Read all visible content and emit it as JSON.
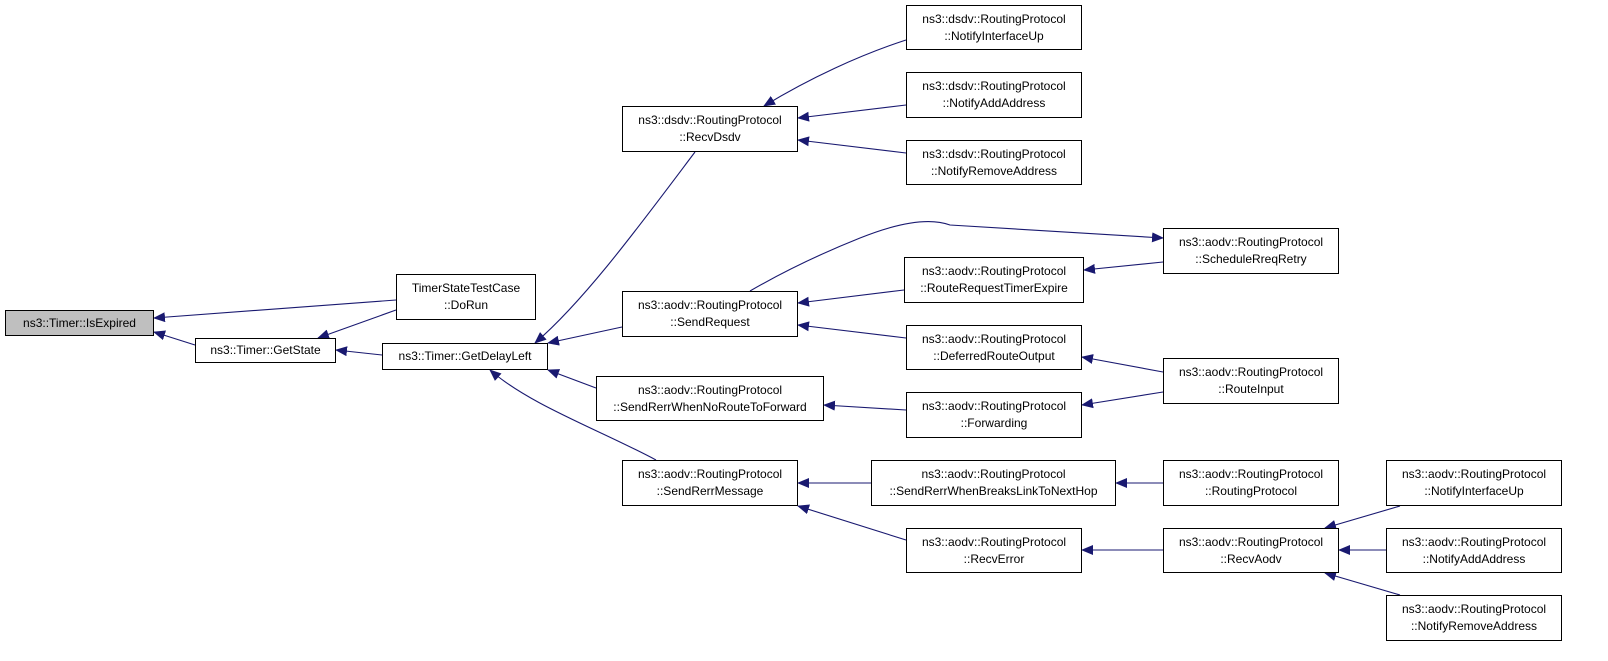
{
  "colors": {
    "edge": "#191970",
    "focus_fill": "#bfbfbf",
    "node_border": "#000000"
  },
  "nodes": [
    {
      "id": "isexpired",
      "line1": "ns3::Timer::IsExpired",
      "line2": ""
    },
    {
      "id": "getstate",
      "line1": "ns3::Timer::GetState",
      "line2": ""
    },
    {
      "id": "timerstatetestcase",
      "line1": "TimerStateTestCase",
      "line2": "::DoRun"
    },
    {
      "id": "getdelayleft",
      "line1": "ns3::Timer::GetDelayLeft",
      "line2": ""
    },
    {
      "id": "dsdv_recvdsdv",
      "line1": "ns3::dsdv::RoutingProtocol",
      "line2": "::RecvDsdv"
    },
    {
      "id": "aodv_sendrequest",
      "line1": "ns3::aodv::RoutingProtocol",
      "line2": "::SendRequest"
    },
    {
      "id": "aodv_sendrerrwhennoroute",
      "line1": "ns3::aodv::RoutingProtocol",
      "line2": "::SendRerrWhenNoRouteToForward"
    },
    {
      "id": "aodv_sendrerrmessage",
      "line1": "ns3::aodv::RoutingProtocol",
      "line2": "::SendRerrMessage"
    },
    {
      "id": "dsdv_notifyinterfaceup",
      "line1": "ns3::dsdv::RoutingProtocol",
      "line2": "::NotifyInterfaceUp"
    },
    {
      "id": "dsdv_notifyaddaddress",
      "line1": "ns3::dsdv::RoutingProtocol",
      "line2": "::NotifyAddAddress"
    },
    {
      "id": "dsdv_notifyremoveaddress",
      "line1": "ns3::dsdv::RoutingProtocol",
      "line2": "::NotifyRemoveAddress"
    },
    {
      "id": "aodv_routerequesttimerexpire",
      "line1": "ns3::aodv::RoutingProtocol",
      "line2": "::RouteRequestTimerExpire"
    },
    {
      "id": "aodv_deferredrouteoutput",
      "line1": "ns3::aodv::RoutingProtocol",
      "line2": "::DeferredRouteOutput"
    },
    {
      "id": "aodv_forwarding",
      "line1": "ns3::aodv::RoutingProtocol",
      "line2": "::Forwarding"
    },
    {
      "id": "aodv_sendrerrwhenbreaks",
      "line1": "ns3::aodv::RoutingProtocol",
      "line2": "::SendRerrWhenBreaksLinkToNextHop"
    },
    {
      "id": "aodv_recverror",
      "line1": "ns3::aodv::RoutingProtocol",
      "line2": "::RecvError"
    },
    {
      "id": "aodv_schedulerreqretry",
      "line1": "ns3::aodv::RoutingProtocol",
      "line2": "::ScheduleRreqRetry"
    },
    {
      "id": "aodv_routeinput",
      "line1": "ns3::aodv::RoutingProtocol",
      "line2": "::RouteInput"
    },
    {
      "id": "aodv_routingprotocol",
      "line1": "ns3::aodv::RoutingProtocol",
      "line2": "::RoutingProtocol"
    },
    {
      "id": "aodv_recvaodv",
      "line1": "ns3::aodv::RoutingProtocol",
      "line2": "::RecvAodv"
    },
    {
      "id": "aodv_notifyinterfaceup",
      "line1": "ns3::aodv::RoutingProtocol",
      "line2": "::NotifyInterfaceUp"
    },
    {
      "id": "aodv_notifyaddaddress",
      "line1": "ns3::aodv::RoutingProtocol",
      "line2": "::NotifyAddAddress"
    },
    {
      "id": "aodv_notifyremoveaddress",
      "line1": "ns3::aodv::RoutingProtocol",
      "line2": "::NotifyRemoveAddress"
    }
  ],
  "edges": [
    {
      "from": "getstate",
      "to": "isexpired"
    },
    {
      "from": "timerstatetestcase",
      "to": "isexpired"
    },
    {
      "from": "timerstatetestcase",
      "to": "getstate"
    },
    {
      "from": "getdelayleft",
      "to": "getstate"
    },
    {
      "from": "dsdv_recvdsdv",
      "to": "getdelayleft"
    },
    {
      "from": "aodv_sendrequest",
      "to": "getdelayleft"
    },
    {
      "from": "aodv_sendrerrwhennoroute",
      "to": "getdelayleft"
    },
    {
      "from": "aodv_sendrerrmessage",
      "to": "getdelayleft"
    },
    {
      "from": "dsdv_notifyinterfaceup",
      "to": "dsdv_recvdsdv"
    },
    {
      "from": "dsdv_notifyaddaddress",
      "to": "dsdv_recvdsdv"
    },
    {
      "from": "dsdv_notifyremoveaddress",
      "to": "dsdv_recvdsdv"
    },
    {
      "from": "aodv_routerequesttimerexpire",
      "to": "aodv_sendrequest"
    },
    {
      "from": "aodv_deferredrouteoutput",
      "to": "aodv_sendrequest"
    },
    {
      "from": "aodv_sendrequest",
      "to": "aodv_schedulerreqretry"
    },
    {
      "from": "aodv_schedulerreqretry",
      "to": "aodv_routerequesttimerexpire"
    },
    {
      "from": "aodv_routeinput",
      "to": "aodv_deferredrouteoutput"
    },
    {
      "from": "aodv_routeinput",
      "to": "aodv_forwarding"
    },
    {
      "from": "aodv_forwarding",
      "to": "aodv_sendrerrwhennoroute"
    },
    {
      "from": "aodv_sendrerrwhenbreaks",
      "to": "aodv_sendrerrmessage"
    },
    {
      "from": "aodv_recverror",
      "to": "aodv_sendrerrmessage"
    },
    {
      "from": "aodv_routingprotocol",
      "to": "aodv_sendrerrwhenbreaks"
    },
    {
      "from": "aodv_recvaodv",
      "to": "aodv_recverror"
    },
    {
      "from": "aodv_notifyinterfaceup",
      "to": "aodv_recvaodv"
    },
    {
      "from": "aodv_notifyaddaddress",
      "to": "aodv_recvaodv"
    },
    {
      "from": "aodv_notifyremoveaddress",
      "to": "aodv_recvaodv"
    }
  ]
}
